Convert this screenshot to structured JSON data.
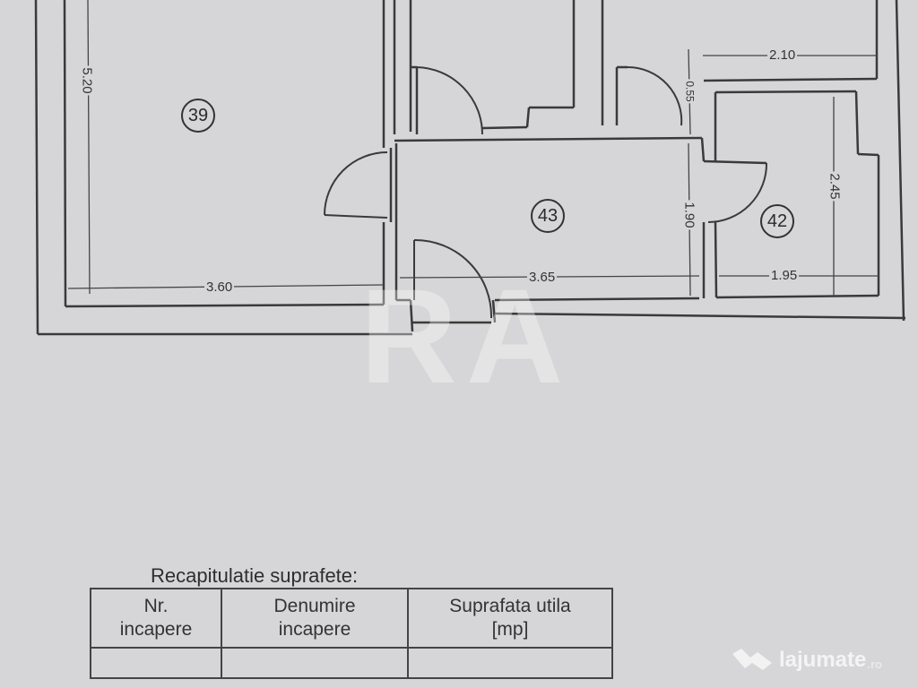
{
  "plan": {
    "rooms": [
      {
        "number": "39"
      },
      {
        "number": "43"
      },
      {
        "number": "42"
      }
    ],
    "dimensions": {
      "room39_height": "5.20",
      "room39_width": "3.60",
      "room43_width": "3.65",
      "room43_height": "1.90",
      "room42_width": "1.95",
      "room42_height": "2.45",
      "top_right_width": "2.10",
      "small_gap": "0.55"
    }
  },
  "summary": {
    "title": "Recapitulatie suprafete:",
    "headers": [
      {
        "line1": "Nr.",
        "line2": "incapere"
      },
      {
        "line1": "Denumire",
        "line2": "incapere"
      },
      {
        "line1": "Suprafata utila",
        "line2": "[mp]"
      }
    ]
  },
  "watermark": {
    "text": "RA"
  },
  "branding": {
    "name": "lajumate",
    "tld": ".ro"
  },
  "colors": {
    "background": "#d6d6d8",
    "lines": "#3a3a3a"
  }
}
